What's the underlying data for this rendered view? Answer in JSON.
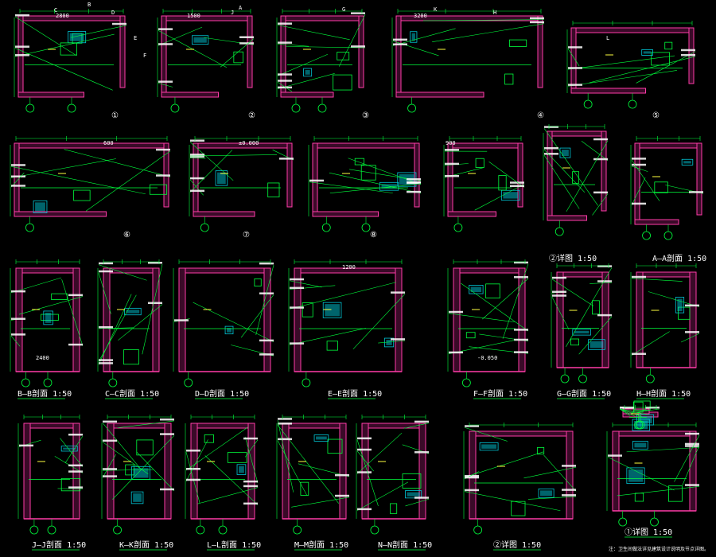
{
  "sheet": {
    "background": "#000000",
    "colors": {
      "wall": "#ff3ca8",
      "line": "#00ff3c",
      "hatch": "#ffffff",
      "dim": "#00ff3c",
      "text": "#ffffff",
      "fixture": "#00c8d8",
      "accent": "#ffff40",
      "wall_fill": "#3a0a28"
    },
    "caption_scale": "1:50",
    "row1_captions": [
      "①",
      "②",
      "③",
      "④",
      "⑤"
    ],
    "row2_captions": [
      "⑥",
      "⑦",
      "⑧"
    ],
    "row2_right_caption": "A-A剖面",
    "row3_caption_top": [
      "②详图",
      "A—A剖面"
    ],
    "row3_captions": [
      "B—B剖面",
      "C—C剖面",
      "D—D剖面",
      "E—E剖面",
      "F—F剖面",
      "G—G剖面",
      "H—H剖面"
    ],
    "row4_captions": [
      "J—J剖面",
      "K—K剖面",
      "L—L剖面",
      "M—M剖面",
      "N—N剖面",
      "②详图",
      "①详图"
    ],
    "footnote": "注：卫生间做法详见建筑设计说明及节点详图。",
    "circle_labels_row1": [
      "C",
      "B",
      "D",
      "A",
      "F",
      "E",
      "G",
      "K",
      "H",
      "L",
      "J"
    ],
    "dim_labels": [
      "2800",
      "1500",
      "3200",
      "900",
      "600",
      "1200",
      "2400",
      "-0.050",
      "±0.000"
    ]
  }
}
